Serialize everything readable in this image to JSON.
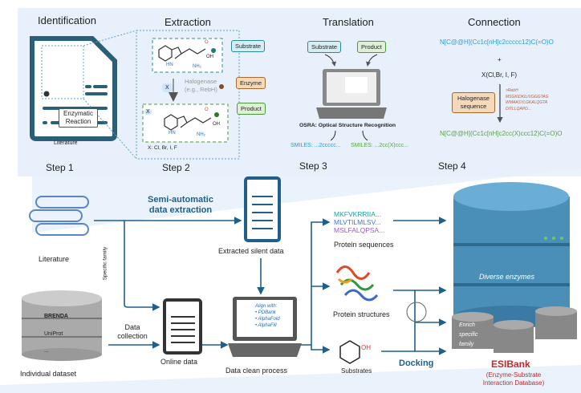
{
  "top": {
    "sections": [
      {
        "title": "Identification",
        "step": "Step 1"
      },
      {
        "title": "Extraction",
        "step": "Step 2"
      },
      {
        "title": "Translation",
        "step": "Step 3"
      },
      {
        "title": "Connection",
        "step": "Step 4"
      }
    ],
    "identification": {
      "doc_label": "Literature",
      "reaction_label": "Enzymatic Reaction"
    },
    "extraction": {
      "substrate": "Substrate",
      "enzyme": "Enzyme",
      "product": "Product",
      "halogenase": "Halogenase",
      "example": "(e.g., RebH)",
      "x": "X",
      "halogens": "X: Cl, Br, I, F",
      "oh": "OH",
      "o": "O",
      "hn": "HN",
      "nh2": "NH₂"
    },
    "translation": {
      "substrate": "Substrate",
      "product": "Product",
      "osra": "OSRA: Optical Structure Recognition",
      "smiles_substrate": "SMILES: ...2ccccc...",
      "smiles_product": "SMILES: ...2cc(X)ccc..."
    },
    "connection": {
      "smiles_substrate": "N[C@@H](Cc1c[nH]c2ccccc12)C(=O)O",
      "plus": "+",
      "halogen": "X(Cl,Br, I, F)",
      "seq_label": "Halogenase sequence",
      "seq_lines": [
        ">RebH",
        "MSGKIDKILIVGGGTAG",
        "WMAASYLGKALQGTA",
        "DITLLQAPD..."
      ],
      "smiles_product": "N[C@@H](Cc1c[nH]c2cc(X)ccc12)C(=O)O"
    }
  },
  "bottom": {
    "literature": "Literature",
    "semi_auto": [
      "Semi-automatic",
      "data extraction"
    ],
    "specific_family": "Specific family",
    "databases": [
      "BRENDA",
      "UniProt",
      "..."
    ],
    "individual_dataset": "Individual dataset",
    "data_collection": [
      "Data",
      "collection"
    ],
    "online_data": "Online data",
    "extracted_silent": "Extracted silent data",
    "align": {
      "title": "Align with:",
      "items": [
        "PDBank",
        "AlphaFold",
        "AlphaFill"
      ]
    },
    "data_clean": "Data clean process",
    "sequences": [
      {
        "text": "MKFVKRRIIA...",
        "color": "#1aa39a"
      },
      {
        "text": "MLVTILMLSV...",
        "color": "#3a78d0"
      },
      {
        "text": "MSLFALQPSA...",
        "color": "#9a5ac8"
      }
    ],
    "protein_sequences": "Protein sequences",
    "protein_structures": "Protein structures",
    "substrates": "Substrates",
    "oh": "OH",
    "docking": "Docking",
    "diverse_enzymes": "Diverse enzymes",
    "enrich": [
      "Enrich",
      "specific",
      "family"
    ],
    "esibank": "ESIBank",
    "esibank_sub": [
      "(Enzyme-Substrate",
      "Interaction Database)"
    ]
  },
  "colors": {
    "dark_blue": "#1f5f8b",
    "panel": "#e8f1fb",
    "esibank_red": "#c0282d",
    "db_blue": "#4a8fb8"
  }
}
